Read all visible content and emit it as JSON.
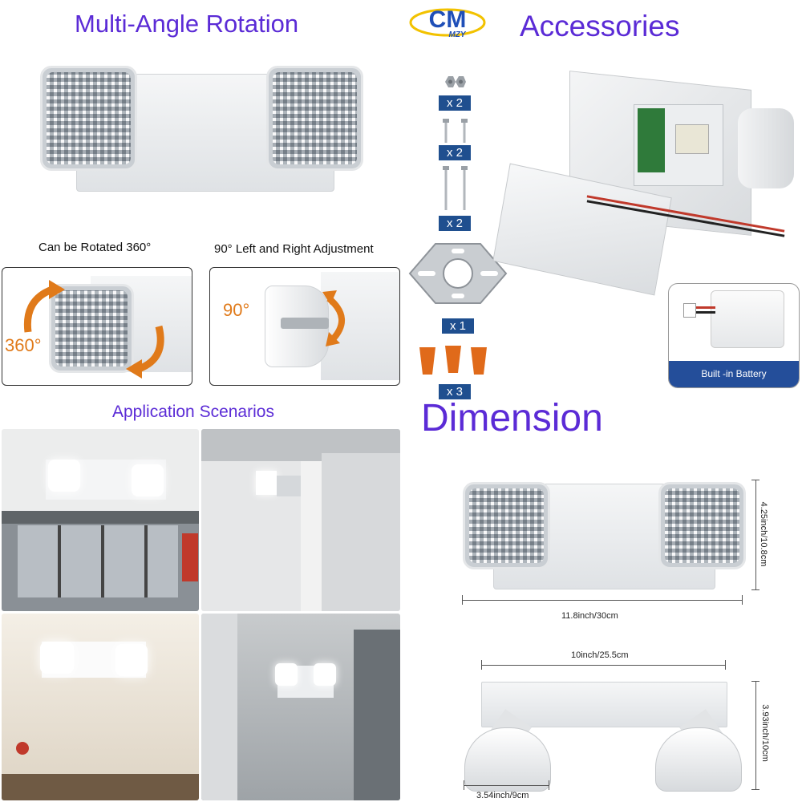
{
  "logo": {
    "initials": "CM",
    "sub": "MZY"
  },
  "headings": {
    "rotation": "Multi-Angle Rotation",
    "accessories": "Accessories",
    "application": "Application Scenarios",
    "dimension": "Dimension"
  },
  "rotation": {
    "caption_left": "Can be Rotated 360°",
    "caption_right": "90° Left and Right Adjustment",
    "label_360": "360°",
    "label_90": "90°"
  },
  "accessories": {
    "items": [
      {
        "qty": "x 2"
      },
      {
        "qty": "x 2"
      },
      {
        "qty": "x 2"
      },
      {
        "qty": "x 1"
      },
      {
        "qty": "x 3"
      }
    ],
    "battery_label": "Built -in Battery"
  },
  "dimension": {
    "height_front": "4.25inch/10.8cm",
    "width_front": "11.8inch/30cm",
    "width_side": "10inch/25.5cm",
    "height_side": "3.93inch/10cm",
    "head_width": "3.54inch/9cm"
  },
  "colors": {
    "heading": "#5b2bd6",
    "qty_badge": "#1f4f8f",
    "arrow": "#e07a1a",
    "nut": "#e06a1a",
    "battery_band": "#244e9a"
  }
}
